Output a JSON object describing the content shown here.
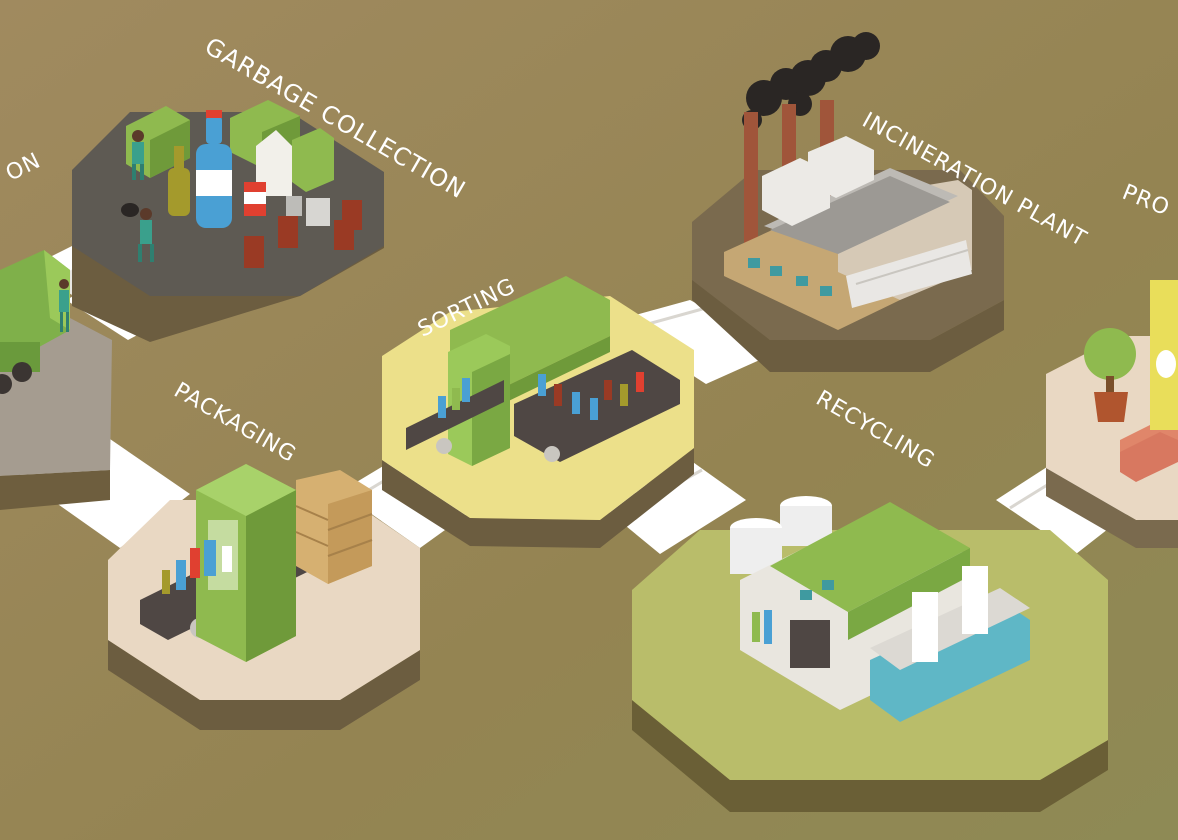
{
  "colors": {
    "background": "#8f7f52",
    "text": "#ffffff",
    "platform_dark": "#5e5a53",
    "platform_yellow": "#ece08a",
    "platform_green": "#b9bd6a",
    "platform_cream": "#e9d8c3",
    "accent_green": "#8fba4f",
    "conveyor": "#4f4744",
    "smoke": "#2a2624"
  },
  "labels": {
    "collection_partial": "ON",
    "garbage_collection": "GARBAGE COLLECTION",
    "sorting": "SORTING",
    "packaging": "PACKAGING",
    "incineration_plant": "INCINERATION PLANT",
    "recycling": "RECYCLING",
    "products_partial": "PRO"
  }
}
